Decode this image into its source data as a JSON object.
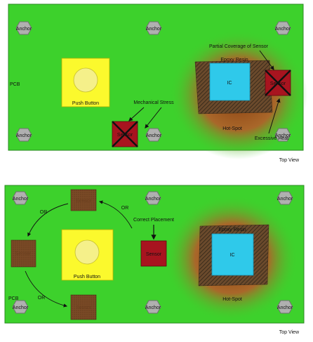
{
  "colors": {
    "pcb": "#3dd12c",
    "pcb_border": "#2a8a20",
    "anchor_fill": "#b0b0b0",
    "anchor_stroke": "#707070",
    "button_fill": "#fbf92d",
    "button_circle": "#f5f08a",
    "ic_fill": "#2fc9ea",
    "sensor_good": "#a8141f",
    "sensor_alt": "#7a4a26",
    "hotspot_inner": "#8a3f10",
    "cross": "#111111",
    "arrow": "#111111"
  },
  "top": {
    "anchor_label": "Anchor",
    "pcb_label": "PCB",
    "push_button_label": "Push Button",
    "ic_label": "IC",
    "epoxy_label": "Epoxy Resin",
    "hotspot_label": "Hot-Spot",
    "sensor_label": "Sensor",
    "partial_coverage_label": "Partial Coverage of Sensor",
    "mechanical_stress_label": "Mechanical Stress",
    "excessive_heat_label": "Excessive Heat",
    "view_label": "Top View"
  },
  "bottom": {
    "anchor_label": "Anchor",
    "pcb_label": "PCB",
    "push_button_label": "Push Button",
    "ic_label": "IC",
    "epoxy_label": "Epoxy Resin",
    "hotspot_label": "Hot-Spot",
    "sensor_label": "Sensor",
    "or_label": "OR",
    "correct_placement_label": "Correct Placement",
    "view_label": "Top View"
  }
}
